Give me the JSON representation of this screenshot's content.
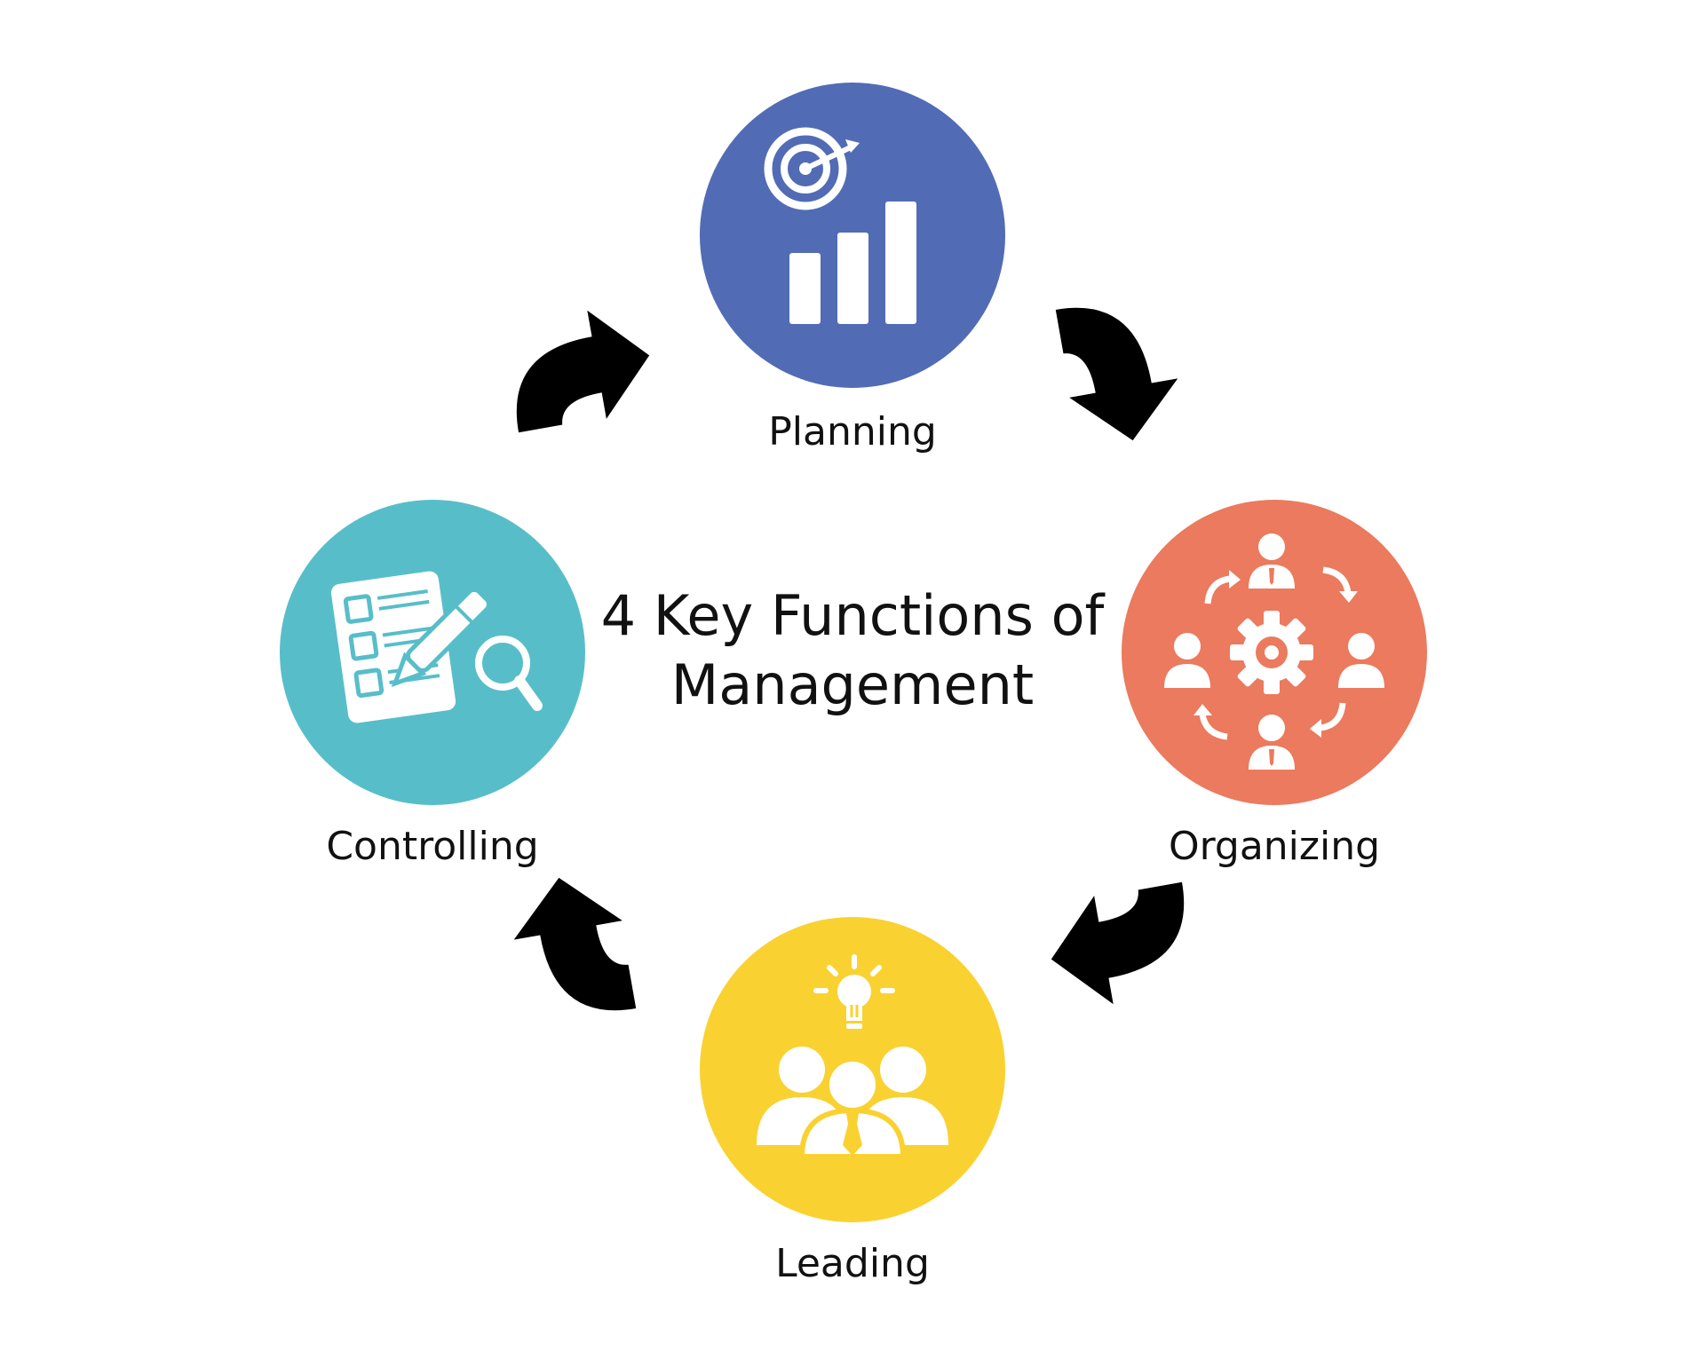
{
  "title": {
    "line1": "4 Key Functions of",
    "line2": "Management"
  },
  "functions": [
    {
      "id": "planning",
      "label": "Planning",
      "color": "#526bb5",
      "icon": "target-bar-chart-icon"
    },
    {
      "id": "organizing",
      "label": "Organizing",
      "color": "#eb7a5e",
      "icon": "gear-team-cycle-icon"
    },
    {
      "id": "leading",
      "label": "Leading",
      "color": "#f9d231",
      "icon": "lightbulb-team-icon"
    },
    {
      "id": "controlling",
      "label": "Controlling",
      "color": "#57bec9",
      "icon": "checklist-pen-magnifier-icon"
    }
  ],
  "arrows": {
    "color": "#000000",
    "direction": "clockwise"
  }
}
